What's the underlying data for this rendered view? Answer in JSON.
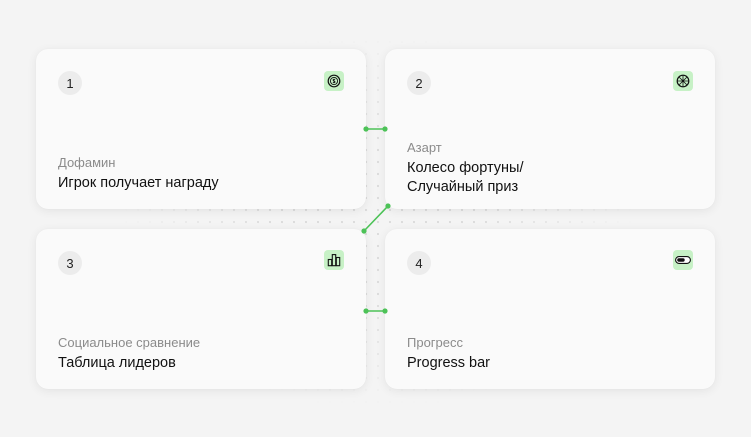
{
  "colors": {
    "accent": "#4cc257",
    "icon_bg": "#c7f1c6",
    "card_bg": "#fafafa",
    "page_bg": "#f4f4f4",
    "caption": "#8b8b8b"
  },
  "cards": [
    {
      "number": "1",
      "caption": "Дофамин",
      "title": "Игрок получает награду",
      "icon": "coin-icon"
    },
    {
      "number": "2",
      "caption": "Азарт",
      "title": "Колесо фортуны/\nСлучайный приз",
      "icon": "wheel-icon"
    },
    {
      "number": "3",
      "caption": "Социальное сравнение",
      "title": "Таблица лидеров",
      "icon": "bar-chart-icon"
    },
    {
      "number": "4",
      "caption": "Прогресс",
      "title": "Progress bar",
      "icon": "progress-toggle-icon"
    }
  ]
}
